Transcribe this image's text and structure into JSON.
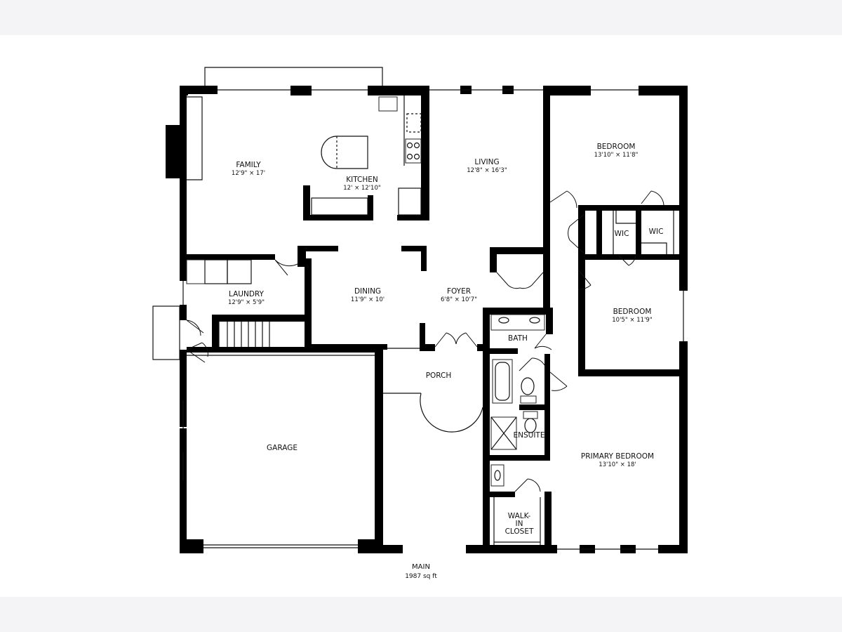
{
  "plan": {
    "level_name": "MAIN",
    "level_area": "1987 sq ft",
    "colors": {
      "wall": "#000000",
      "background": "#ffffff",
      "margin": "#f4f4f6"
    },
    "rooms": {
      "family": {
        "name": "FAMILY",
        "dim": "12'9\" × 17'"
      },
      "kitchen": {
        "name": "KITCHEN",
        "dim": "12' × 12'10\""
      },
      "living": {
        "name": "LIVING",
        "dim": "12'8\" × 16'3\""
      },
      "bedroom_upper": {
        "name": "BEDROOM",
        "dim": "13'10\" × 11'8\""
      },
      "wic_left": {
        "name": "WIC"
      },
      "wic_right": {
        "name": "WIC"
      },
      "laundry": {
        "name": "LAUNDRY",
        "dim": "12'9\" × 5'9\""
      },
      "dining": {
        "name": "DINING",
        "dim": "11'9\" × 10'"
      },
      "foyer": {
        "name": "FOYER",
        "dim": "6'8\" × 10'7\""
      },
      "bedroom_middle": {
        "name": "BEDROOM",
        "dim": "10'5\" × 11'9\""
      },
      "bath": {
        "name": "BATH"
      },
      "porch": {
        "name": "PORCH"
      },
      "ensuite": {
        "name": "ENSUITE"
      },
      "garage": {
        "name": "GARAGE"
      },
      "primary_bedroom": {
        "name": "PRIMARY BEDROOM",
        "dim": "13'10\" × 18'"
      },
      "walk_in_closet": {
        "line1": "WALK-",
        "line2": "IN",
        "line3": "CLOSET"
      }
    }
  }
}
